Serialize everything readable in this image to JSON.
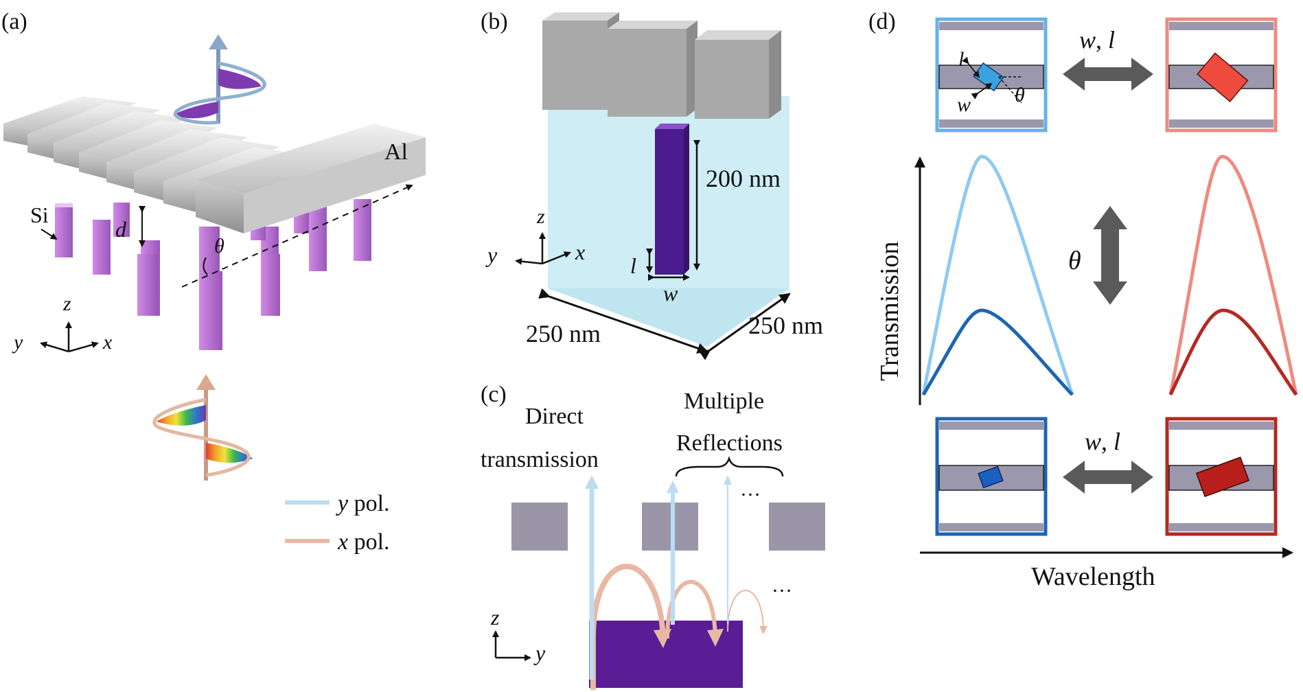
{
  "panels": {
    "a": {
      "tag": "(a)",
      "labels": {
        "al": "Al",
        "si": "Si",
        "d": "d",
        "theta": "θ"
      },
      "axes": {
        "z": "z",
        "y": "y",
        "x": "x"
      }
    },
    "b": {
      "tag": "(b)",
      "dims": {
        "height": "200 nm",
        "width_left": "250 nm",
        "width_right": "250 nm"
      },
      "labels": {
        "l": "l",
        "w": "w"
      },
      "axes": {
        "z": "z",
        "y": "y",
        "x": "x"
      }
    },
    "c": {
      "tag": "(c)",
      "direct_line1": "Direct",
      "direct_line2": "transmission",
      "multi_line1": "Multiple",
      "multi_line2": "Reflections",
      "ellipsis": "…",
      "axes": {
        "z": "z",
        "y": "y"
      },
      "legend": {
        "y_var": "y",
        "y_text": " pol.",
        "x_var": "x",
        "x_text": " pol."
      },
      "colors": {
        "y_pol": "#bcdcf4",
        "x_pol": "#e8b8a4"
      }
    },
    "d": {
      "tag": "(d)",
      "param_top_w": "w",
      "param_top_l": "l",
      "param_bottom_w": "w",
      "param_bottom_l": "l",
      "sep": ", ",
      "inset_labels": {
        "l": "l",
        "w": "w",
        "theta": "θ"
      },
      "theta": "θ",
      "ylabel": "Transmission",
      "xlabel": "Wavelength",
      "colors": {
        "light_blue": "#63b3e8",
        "dark_blue": "#1d65b3",
        "light_red": "#ef8a80",
        "dark_red": "#b32a22",
        "arrow_gray": "#5a5a5a"
      }
    }
  }
}
